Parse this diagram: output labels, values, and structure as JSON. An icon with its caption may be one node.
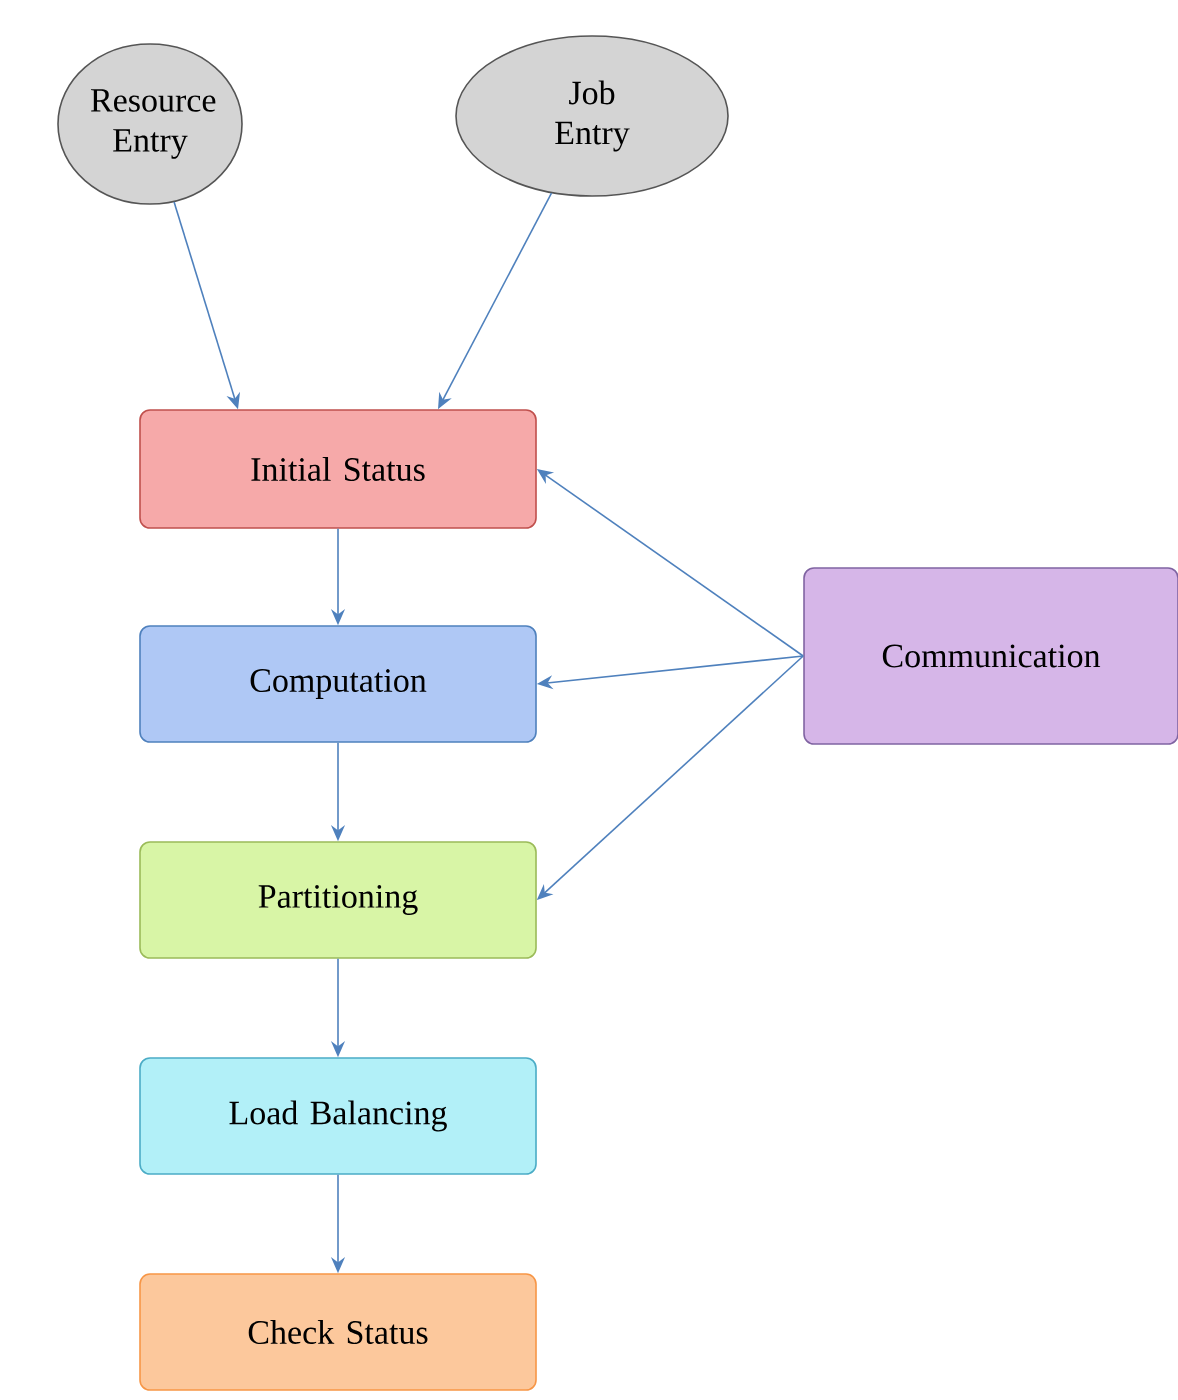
{
  "diagram": {
    "nodes": [
      {
        "text": [
          "Resource Entry"
        ]
      },
      {
        "text": [
          "Job Entry"
        ]
      },
      {
        "text": [
          "Initial Status"
        ]
      },
      {
        "text": [
          "Computation"
        ]
      },
      {
        "text": [
          "Partitioning"
        ]
      },
      {
        "text": [
          "Load Balancing"
        ]
      },
      {
        "text": [
          "Check Status"
        ]
      },
      {
        "text": [
          "Communication"
        ]
      }
    ],
    "edges": [
      {
        "from": 0,
        "to": 2,
        "arrow": "to"
      },
      {
        "from": 1,
        "to": 2,
        "arrow": "to"
      },
      {
        "from": 2,
        "to": 3,
        "arrow": "to"
      },
      {
        "from": 3,
        "to": 4,
        "arrow": "to"
      },
      {
        "from": 4,
        "to": 5,
        "arrow": "to"
      },
      {
        "from": 5,
        "to": 6,
        "arrow": "to"
      },
      {
        "from": 7,
        "to": 2,
        "arrow": "to"
      },
      {
        "from": 7,
        "to": 3,
        "arrow": "to"
      },
      {
        "from": 7,
        "to": 4,
        "arrow": "to"
      }
    ]
  }
}
